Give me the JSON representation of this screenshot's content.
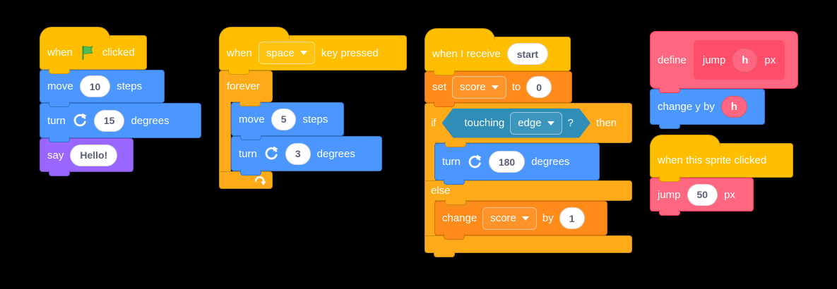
{
  "colors": {
    "events_yellow": "#FFBF00",
    "motion_blue": "#4C97FF",
    "looks_purple": "#9966FF",
    "control_orange": "#FFAB19",
    "variables_orange": "#FF8C1A",
    "sensing_blue": "#5CB1D6",
    "my_blocks_pink": "#FF6680",
    "flag_green": "#4CBF56",
    "input_text": "#575E75",
    "background": "#000000"
  },
  "icons": {
    "flag": "green-flag-icon",
    "turn_clockwise": "turn-clockwise-icon",
    "loop": "loop-arrow-icon",
    "caret": "dropdown-caret-icon"
  },
  "s1": {
    "hat_pre": "when",
    "hat_post": "clicked",
    "move_pre": "move",
    "move_val": "10",
    "move_post": "steps",
    "turn_pre": "turn",
    "turn_val": "15",
    "turn_post": "degrees",
    "say_pre": "say",
    "say_val": "Hello!"
  },
  "s2": {
    "hat_pre": "when",
    "key": "space",
    "hat_post": "key pressed",
    "forever": "forever",
    "move_pre": "move",
    "move_val": "5",
    "move_post": "steps",
    "turn_pre": "turn",
    "turn_val": "3",
    "turn_post": "degrees"
  },
  "s3": {
    "hat_pre": "when I receive",
    "broadcast": "start",
    "set_pre": "set",
    "set_var": "score",
    "set_mid": "to",
    "set_val": "0",
    "if_pre": "if",
    "if_post": "then",
    "cond_pre": "touching",
    "cond_var": "edge",
    "cond_post": "?",
    "turn_pre": "turn",
    "turn_val": "180",
    "turn_post": "degrees",
    "else_label": "else",
    "chg_pre": "change",
    "chg_var": "score",
    "chg_mid": "by",
    "chg_val": "1"
  },
  "s4": {
    "define_label": "define",
    "proto_name": "jump",
    "proto_arg": "h",
    "proto_post": "px",
    "chy_pre": "change y by",
    "chy_arg": "h",
    "hat": "when this sprite clicked",
    "jump_pre": "jump",
    "jump_val": "50",
    "jump_post": "px"
  }
}
